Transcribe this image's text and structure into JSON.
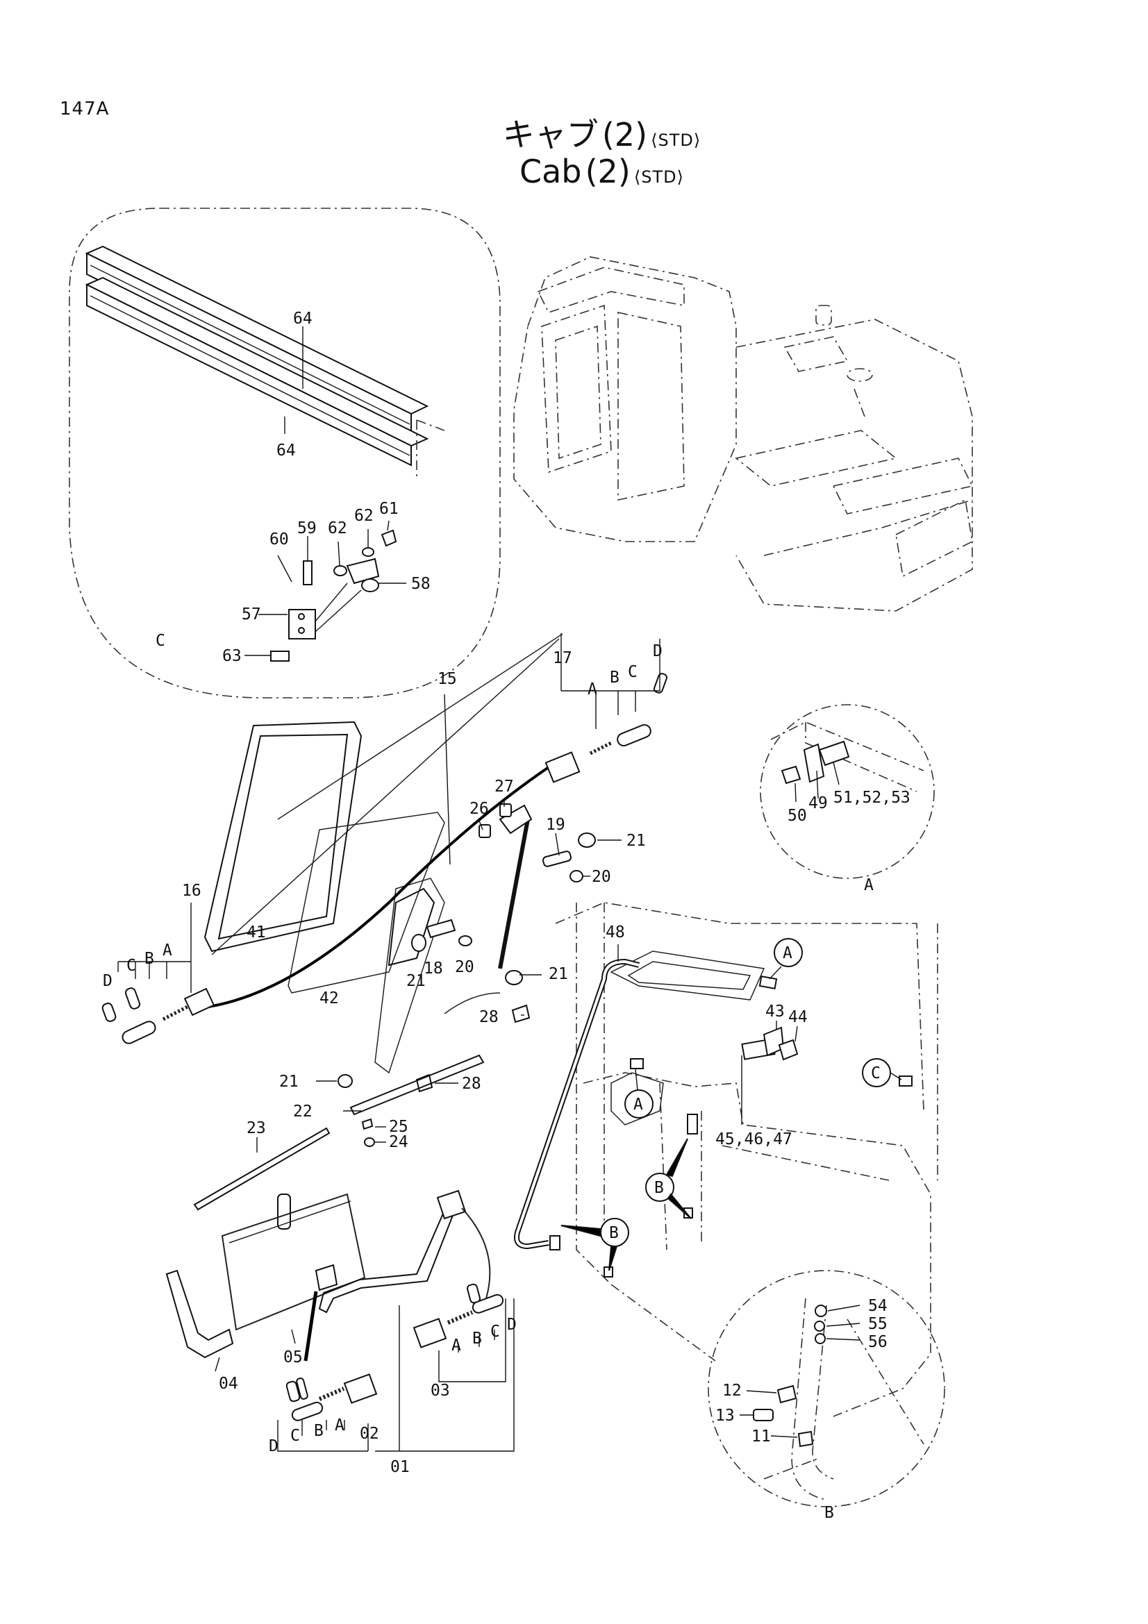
{
  "page_number": "147A",
  "title_ja": "キャブ",
  "title_en": "Cab",
  "title_group": "(2)",
  "title_tag": "⟨STD⟩",
  "labels": {
    "n64a": "64",
    "n64b": "64",
    "n59": "59",
    "n60": "60",
    "n62a": "62",
    "n62b": "62",
    "n61": "61",
    "n58": "58",
    "n57": "57",
    "n63": "63",
    "detC": "C",
    "n15": "15",
    "n17": "17",
    "cA1": "A",
    "cB1": "B",
    "cC1": "C",
    "cD1": "D",
    "n26": "26",
    "n27": "27",
    "n19": "19",
    "n21a": "21",
    "n20a": "20",
    "n16": "16",
    "cD2": "D",
    "cC2": "C",
    "cB2": "B",
    "cA2": "A",
    "n41": "41",
    "n42": "42",
    "n18": "18",
    "n20b": "20",
    "n21b": "21",
    "n21c": "21",
    "n28a": "28",
    "n21d": "21",
    "n28b": "28",
    "n22": "22",
    "n25": "25",
    "n23": "23",
    "n24": "24",
    "n48": "48",
    "n50": "50",
    "n49": "49",
    "n515253": "51,52,53",
    "detA": "A",
    "cirA1": "A",
    "cirA2": "A",
    "cirB1": "B",
    "cirB2": "B",
    "cirC": "C",
    "n43": "43",
    "n44": "44",
    "n454647": "45,46,47",
    "n54": "54",
    "n55": "55",
    "n56": "56",
    "n12": "12",
    "n13": "13",
    "n11": "11",
    "detB": "B",
    "n04": "04",
    "n05": "05",
    "n01": "01",
    "n02": "02",
    "n03": "03",
    "bD1": "D",
    "bC1": "C",
    "bB1": "B",
    "bA1": "A",
    "bA2": "A",
    "bB2": "B",
    "bC2": "C",
    "bD2": "D"
  }
}
